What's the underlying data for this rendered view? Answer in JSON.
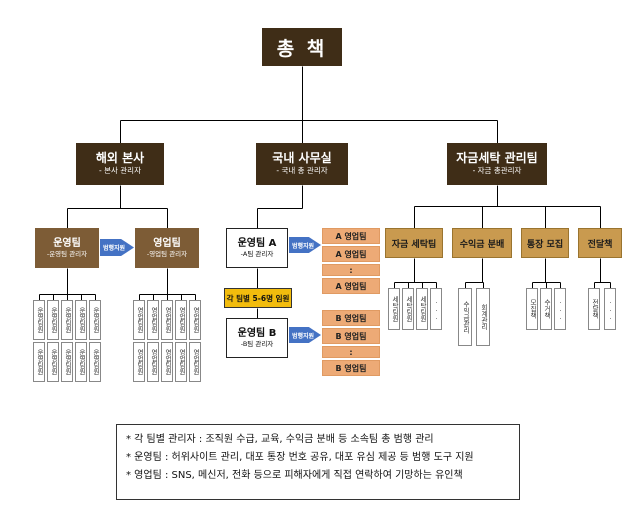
{
  "root": {
    "label": "총 책"
  },
  "branches": {
    "overseas": {
      "title": "해외 본사",
      "subtitle": "- 본사 관리자"
    },
    "domestic": {
      "title": "국내 사무실",
      "subtitle": "- 국내 총 관리자"
    },
    "laundering": {
      "title": "자금세탁 관리팀",
      "subtitle": "- 자금 총관리자"
    }
  },
  "overseas": {
    "ops": {
      "title": "운영팀",
      "subtitle": "-운영팀 관리자"
    },
    "sales": {
      "title": "영업팀",
      "subtitle": "-영업팀 관리자"
    },
    "arrow_label": "범행지원",
    "ops_member": "운영팀원",
    "sales_member": "영업팀원"
  },
  "domestic": {
    "team_a": {
      "title": "운영팀 A",
      "subtitle": "-A팀 관리자"
    },
    "team_b": {
      "title": "운영팀 B",
      "subtitle": "-B팀 관리자"
    },
    "arrow_label": "범행지원",
    "a_stack": [
      "A 영업팀",
      "A 영업팀",
      ":",
      "A 영업팀"
    ],
    "b_stack": [
      "B 영업팀",
      "B 영업팀",
      ":",
      "B 영업팀"
    ],
    "team_note": "각 팀별 5-6명 임원"
  },
  "laundering": {
    "teams": [
      {
        "title": "자금 세탁팀"
      },
      {
        "title": "수익금 분배"
      },
      {
        "title": "통장 모집"
      },
      {
        "title": "전달책"
      }
    ],
    "members": {
      "t0": [
        "세탁팀원",
        "세탁팀원",
        "세탁팀원",
        "..."
      ],
      "t1": [
        "수익금관리",
        "회계관리"
      ],
      "t2": [
        "모집책",
        "수거책",
        "..."
      ],
      "t3": [
        "전달책",
        "..."
      ]
    }
  },
  "footnotes": [
    "* 각 팀별 관리자 : 조직원 수급, 교육, 수익금 분배 등 소속팀 총 범행 관리",
    "* 운영팀 : 허위사이트 관리, 대포 통장 번호 공유, 대포 유심 제공 등 범행 도구 지원",
    "* 영업팀 : SNS, 메신저, 전화 등으로 피해자에게 직접 연락하여 기망하는 유인책"
  ],
  "colors": {
    "dark_brown": "#3f2d17",
    "mid_brown": "#7d5c36",
    "tan": "#c99a4f",
    "peach": "#edaa76",
    "yellow": "#f2bc0d",
    "arrow_blue": "#4472c4"
  }
}
